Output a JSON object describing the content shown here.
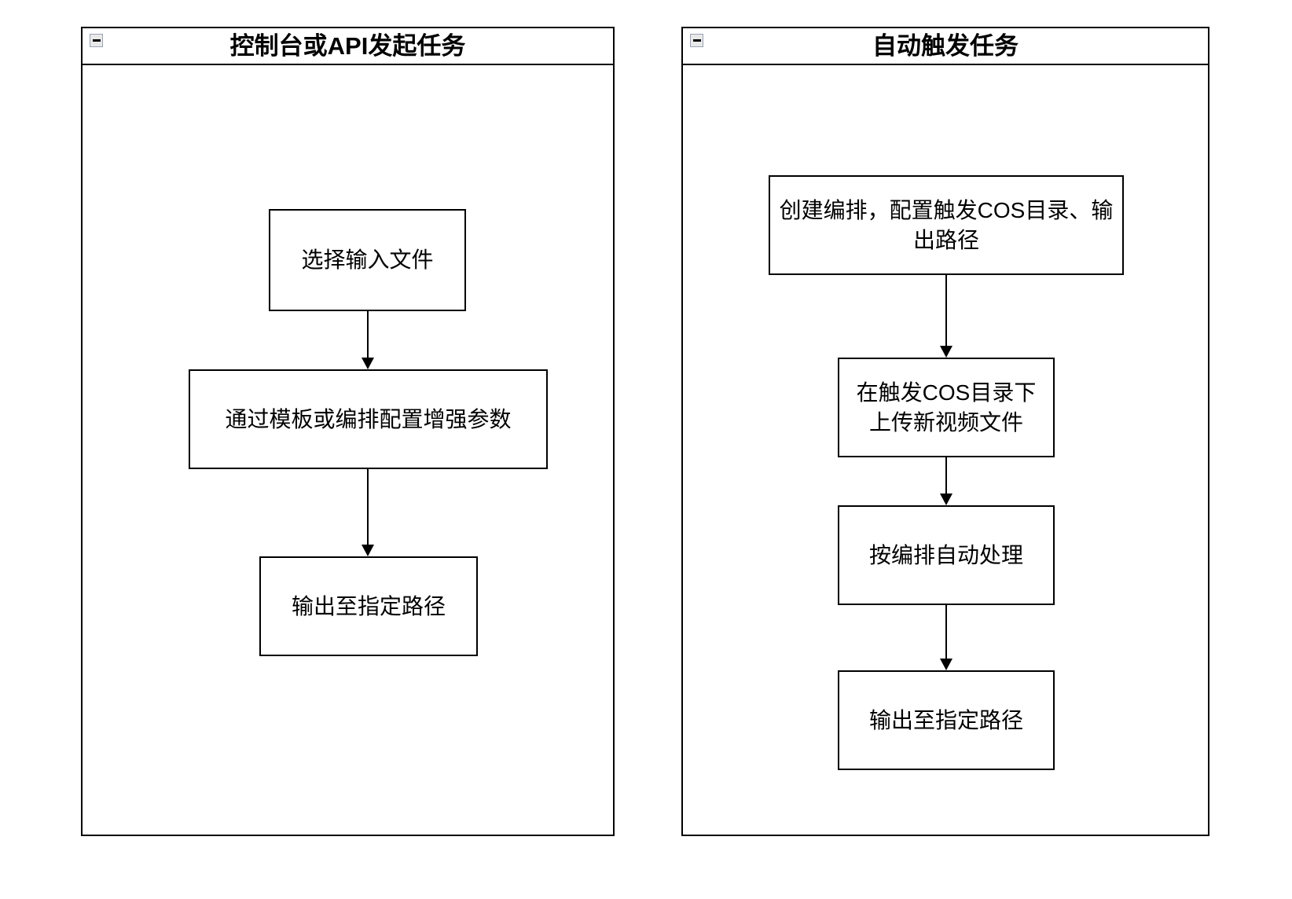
{
  "diagram": {
    "type": "flowchart",
    "colors": {
      "stroke": "#000000",
      "background": "#ffffff",
      "collapse_button_border": "#9aa2b4",
      "collapse_button_fill": "#e9e9e9"
    },
    "panels": [
      {
        "title": "控制台或API发起任务",
        "collapse_icon": "minus",
        "nodes": [
          "选择输入文件",
          "通过模板或编排配置增强参数",
          "输出至指定路径"
        ]
      },
      {
        "title": "自动触发任务",
        "collapse_icon": "minus",
        "nodes": [
          "创建编排，配置触发COS目录、输出路径",
          "在触发COS目录下上传新视频文件",
          "按编排自动处理",
          "输出至指定路径"
        ]
      }
    ]
  }
}
